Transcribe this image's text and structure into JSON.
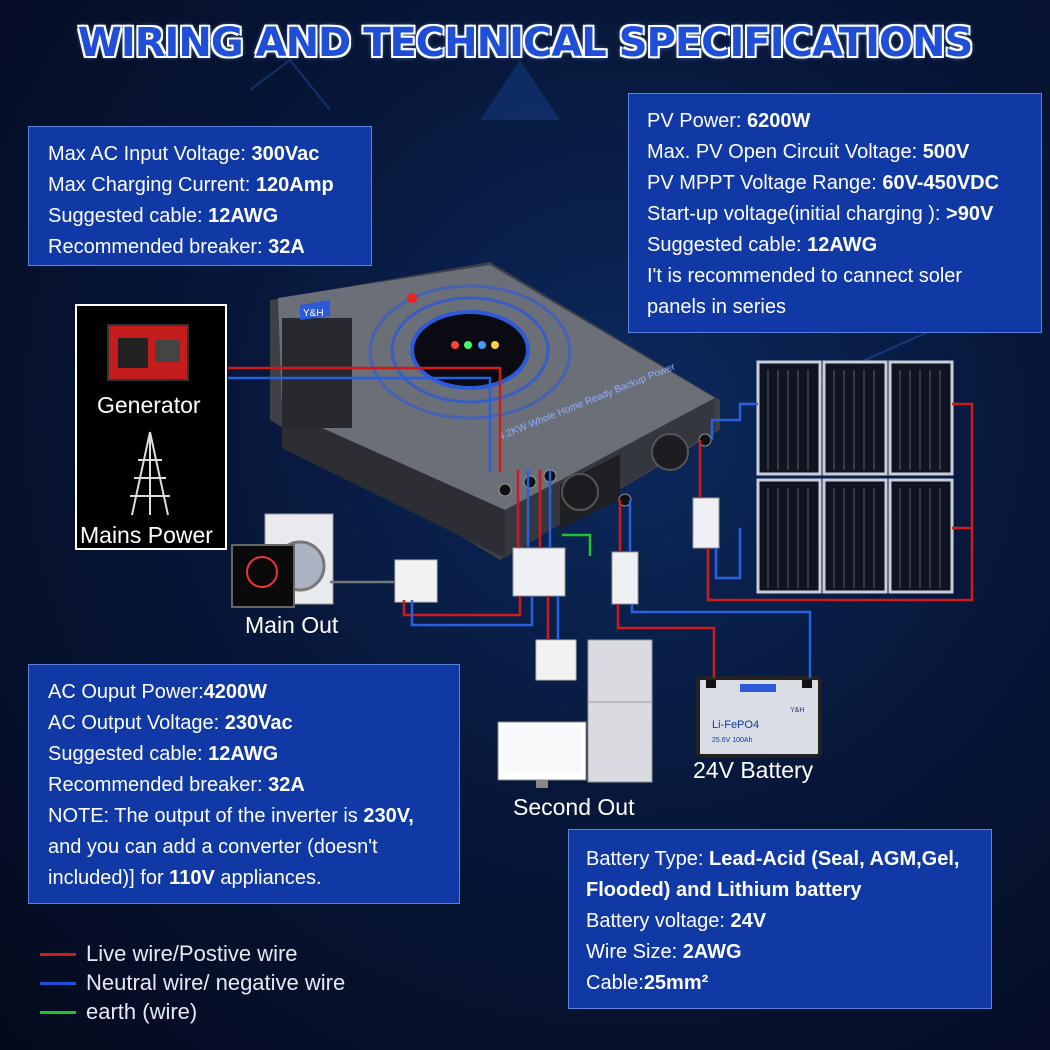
{
  "title": "WIRING AND TECHNICAL SPECIFICATIONS",
  "ac_input_box": [
    {
      "label": "Max AC Input Voltage: ",
      "value": "300Vac"
    },
    {
      "label": "Max Charging Current: ",
      "value": "120Amp"
    },
    {
      "label": "Suggested cable: ",
      "value": "12AWG"
    },
    {
      "label": "Recommended breaker: ",
      "value": "32A"
    }
  ],
  "pv_box": [
    {
      "label": "PV Power: ",
      "value": "6200W"
    },
    {
      "label": "Max. PV Open Circuit Voltage: ",
      "value": "500V"
    },
    {
      "label": "PV MPPT Voltage Range: ",
      "value": "60V-450VDC"
    },
    {
      "label": "Start-up voltage(initial charging ): ",
      "value": ">90V"
    },
    {
      "label": "Suggested cable: ",
      "value": "12AWG"
    },
    {
      "label": "I't is recommended to cannect soler",
      "value": ""
    },
    {
      "label": "panels in series",
      "value": ""
    }
  ],
  "ac_output_box": [
    {
      "label": "AC Ouput Power:",
      "value": "4200W"
    },
    {
      "label": "AC Output Voltage: ",
      "value": "230Vac"
    },
    {
      "label": "Suggested cable: ",
      "value": "12AWG"
    },
    {
      "label": "Recommended breaker: ",
      "value": "32A"
    },
    {
      "label": "NOTE: The output of the inverter is ",
      "value": "230V,"
    },
    {
      "label": "and you can add a converter (doesn't",
      "value": ""
    },
    {
      "label": "included)] for ",
      "value": "110V",
      "suffix": " appliances."
    }
  ],
  "battery_box": [
    {
      "label": "Battery Type: ",
      "value": "Lead-Acid (Seal, AGM,Gel,"
    },
    {
      "label": "",
      "value": "Flooded) and Lithium battery"
    },
    {
      "label": "Battery voltage: ",
      "value": "24V"
    },
    {
      "label": "Wire Size: ",
      "value": "2AWG"
    },
    {
      "label": "Cable:",
      "value": "25mm²"
    }
  ],
  "labels": {
    "generator": "Generator",
    "mains_power": "Mains Power",
    "main_out": "Main Out",
    "second_out": "Second Out",
    "battery": "24V Battery",
    "inverter_brand": "Y&H",
    "inverter_model": "4.2KW Whole Home Ready Backup Power",
    "battery_brand": "Y&H",
    "battery_chem": "Li-FePO4",
    "battery_spec": "25.6V 100Ah"
  },
  "legend": [
    {
      "label": "Live wire/Postive wire",
      "color": "#d11a1a"
    },
    {
      "label": "Neutral wire/ negative wire",
      "color": "#1f4fd6"
    },
    {
      "label": "earth (wire)",
      "color": "#22c02a"
    }
  ],
  "colors": {
    "live": "#d11a1a",
    "neutral": "#2a5fe0",
    "earth": "#22c02a",
    "box": "#1139a6"
  }
}
